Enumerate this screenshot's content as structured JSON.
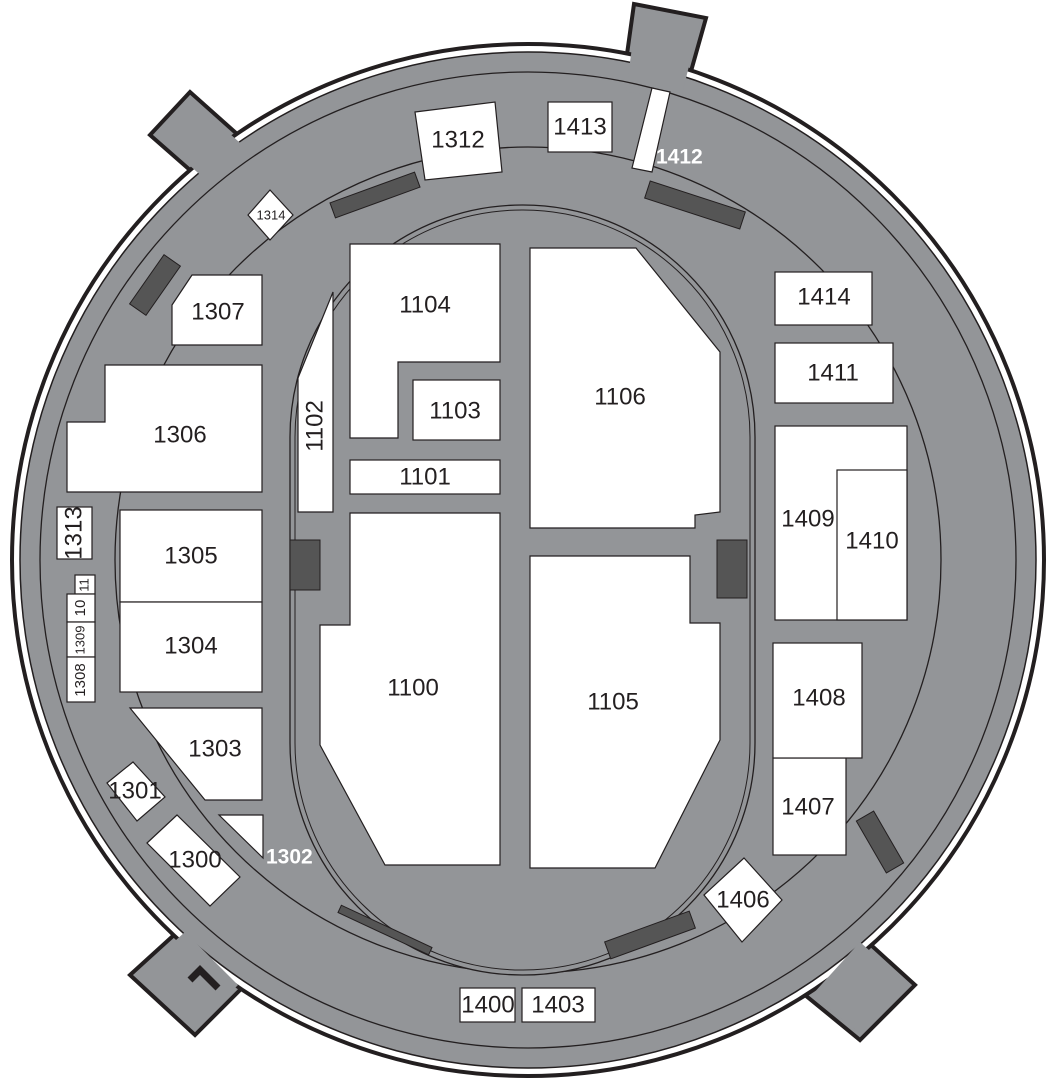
{
  "map": {
    "colors": {
      "floor": "#939598",
      "room": "#ffffff",
      "line": "#231f20"
    },
    "north_marker_icon": "chevron-arrow",
    "rooms_outer_ring": {
      "r1312": "1312",
      "r1413": "1413",
      "r1412": "1412",
      "r1314": "1314",
      "r1307": "1307",
      "r1306": "1306",
      "r1313": "1313",
      "r1305": "1305",
      "r1304": "1304",
      "r1308": "1308",
      "r1309": "1309",
      "r10": "10",
      "r11": "11",
      "r1303": "1303",
      "r1301": "1301",
      "r1300": "1300",
      "r1302": "1302",
      "r1400": "1400",
      "r1403": "1403",
      "r1406": "1406",
      "r1407": "1407",
      "r1408": "1408",
      "r1409": "1409",
      "r1410": "1410",
      "r1411": "1411",
      "r1414": "1414"
    },
    "rooms_arena": {
      "r1104": "1104",
      "r1103": "1103",
      "r1102": "1102",
      "r1101": "1101",
      "r1106": "1106",
      "r1100": "1100",
      "r1105": "1105"
    }
  }
}
